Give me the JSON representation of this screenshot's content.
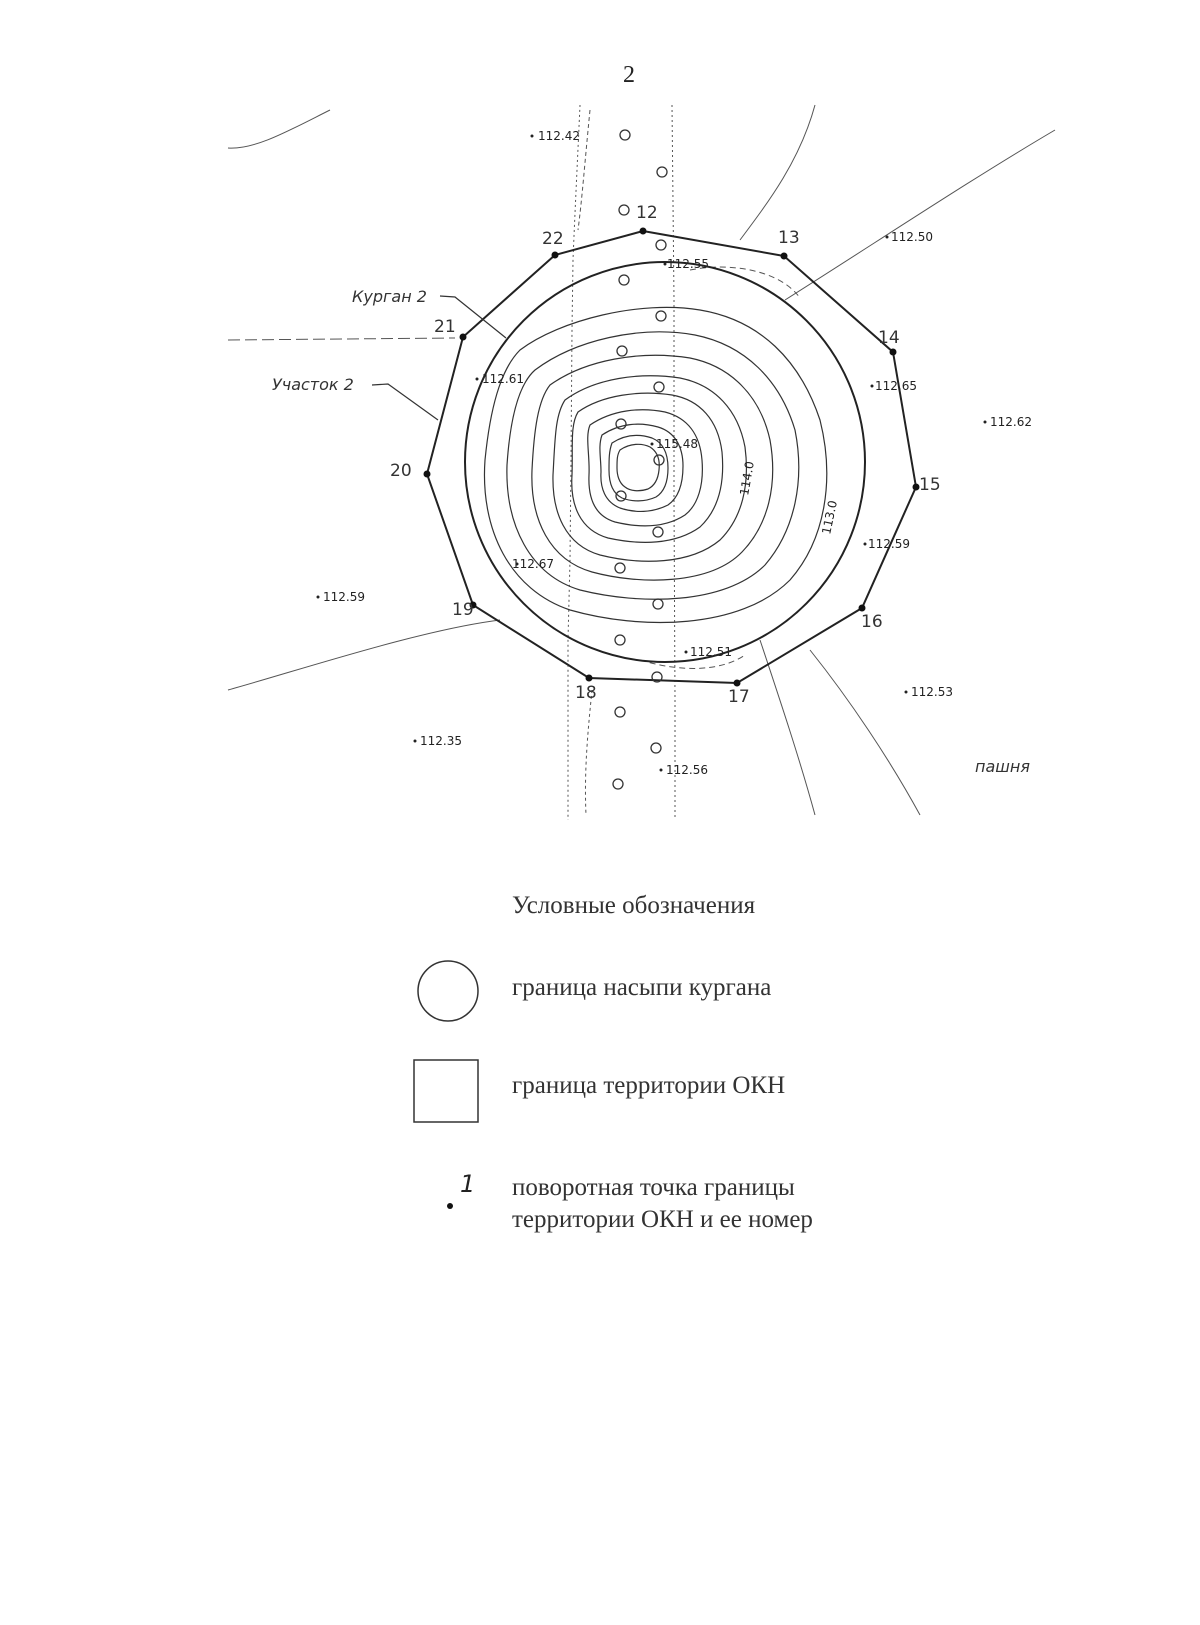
{
  "page_number": "2",
  "map": {
    "mound_label": "Курган 2",
    "plot_label": "Участок 2",
    "land_label": "пашня",
    "contour_labels": [
      "114.0",
      "113.0"
    ],
    "boundary_points": [
      {
        "label": "12"
      },
      {
        "label": "13"
      },
      {
        "label": "14"
      },
      {
        "label": "15"
      },
      {
        "label": "16"
      },
      {
        "label": "17"
      },
      {
        "label": "18"
      },
      {
        "label": "19"
      },
      {
        "label": "20"
      },
      {
        "label": "21"
      },
      {
        "label": "22"
      }
    ],
    "elevations": [
      "112.42",
      "112.50",
      "112.55",
      "112.61",
      "112.65",
      "112.62",
      "115.48",
      "112.59",
      "112.67",
      "112.59",
      "112.51",
      "112.53",
      "112.35",
      "112.56"
    ]
  },
  "legend": {
    "title": "Условные обозначения",
    "items": [
      {
        "symbol": "circle",
        "text": "граница насыпи кургана"
      },
      {
        "symbol": "square",
        "text": "граница территории ОКН"
      },
      {
        "symbol": "point",
        "mark": "1",
        "text_lines": [
          "поворотная точка границы",
          "территории ОКН и ее номер"
        ]
      }
    ]
  }
}
